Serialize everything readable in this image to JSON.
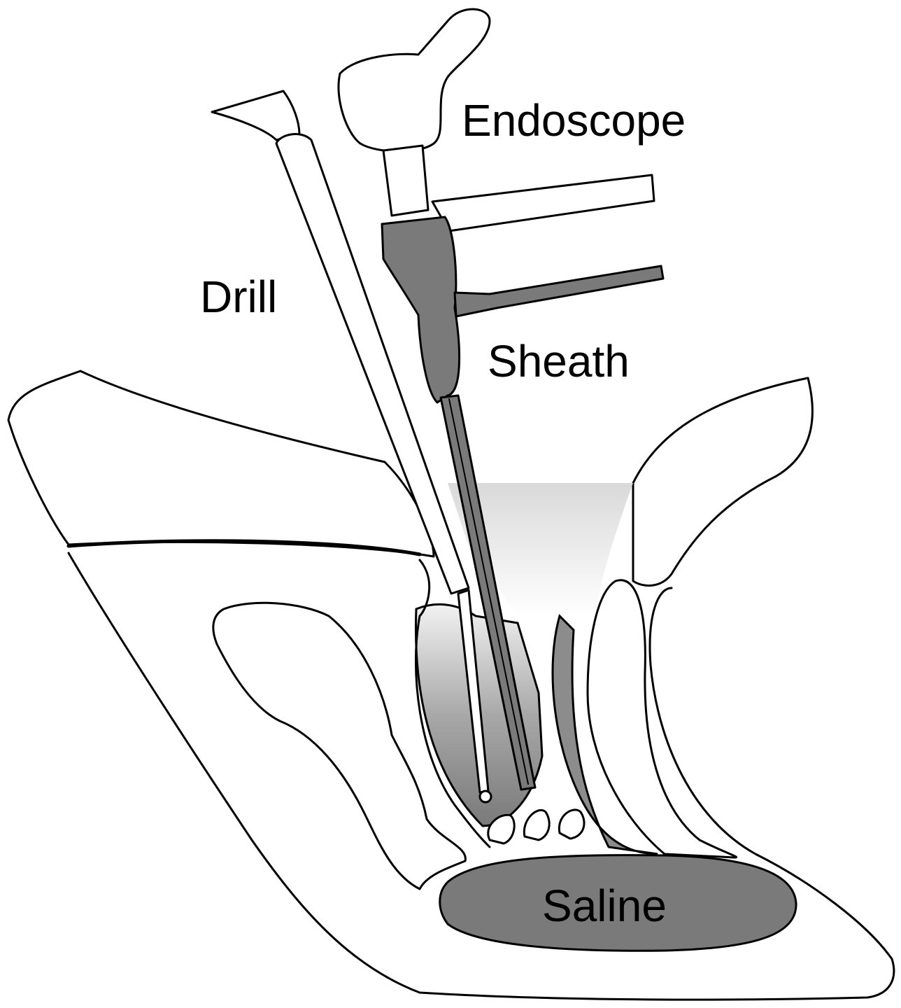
{
  "labels": {
    "endoscope": "Endoscope",
    "drill": "Drill",
    "sheath": "Sheath",
    "saline": "Saline"
  },
  "colors": {
    "outline": "#000000",
    "instrument_fill": "#7a7a7a",
    "saline_fill": "#7a7a7a",
    "background": "#ffffff"
  }
}
